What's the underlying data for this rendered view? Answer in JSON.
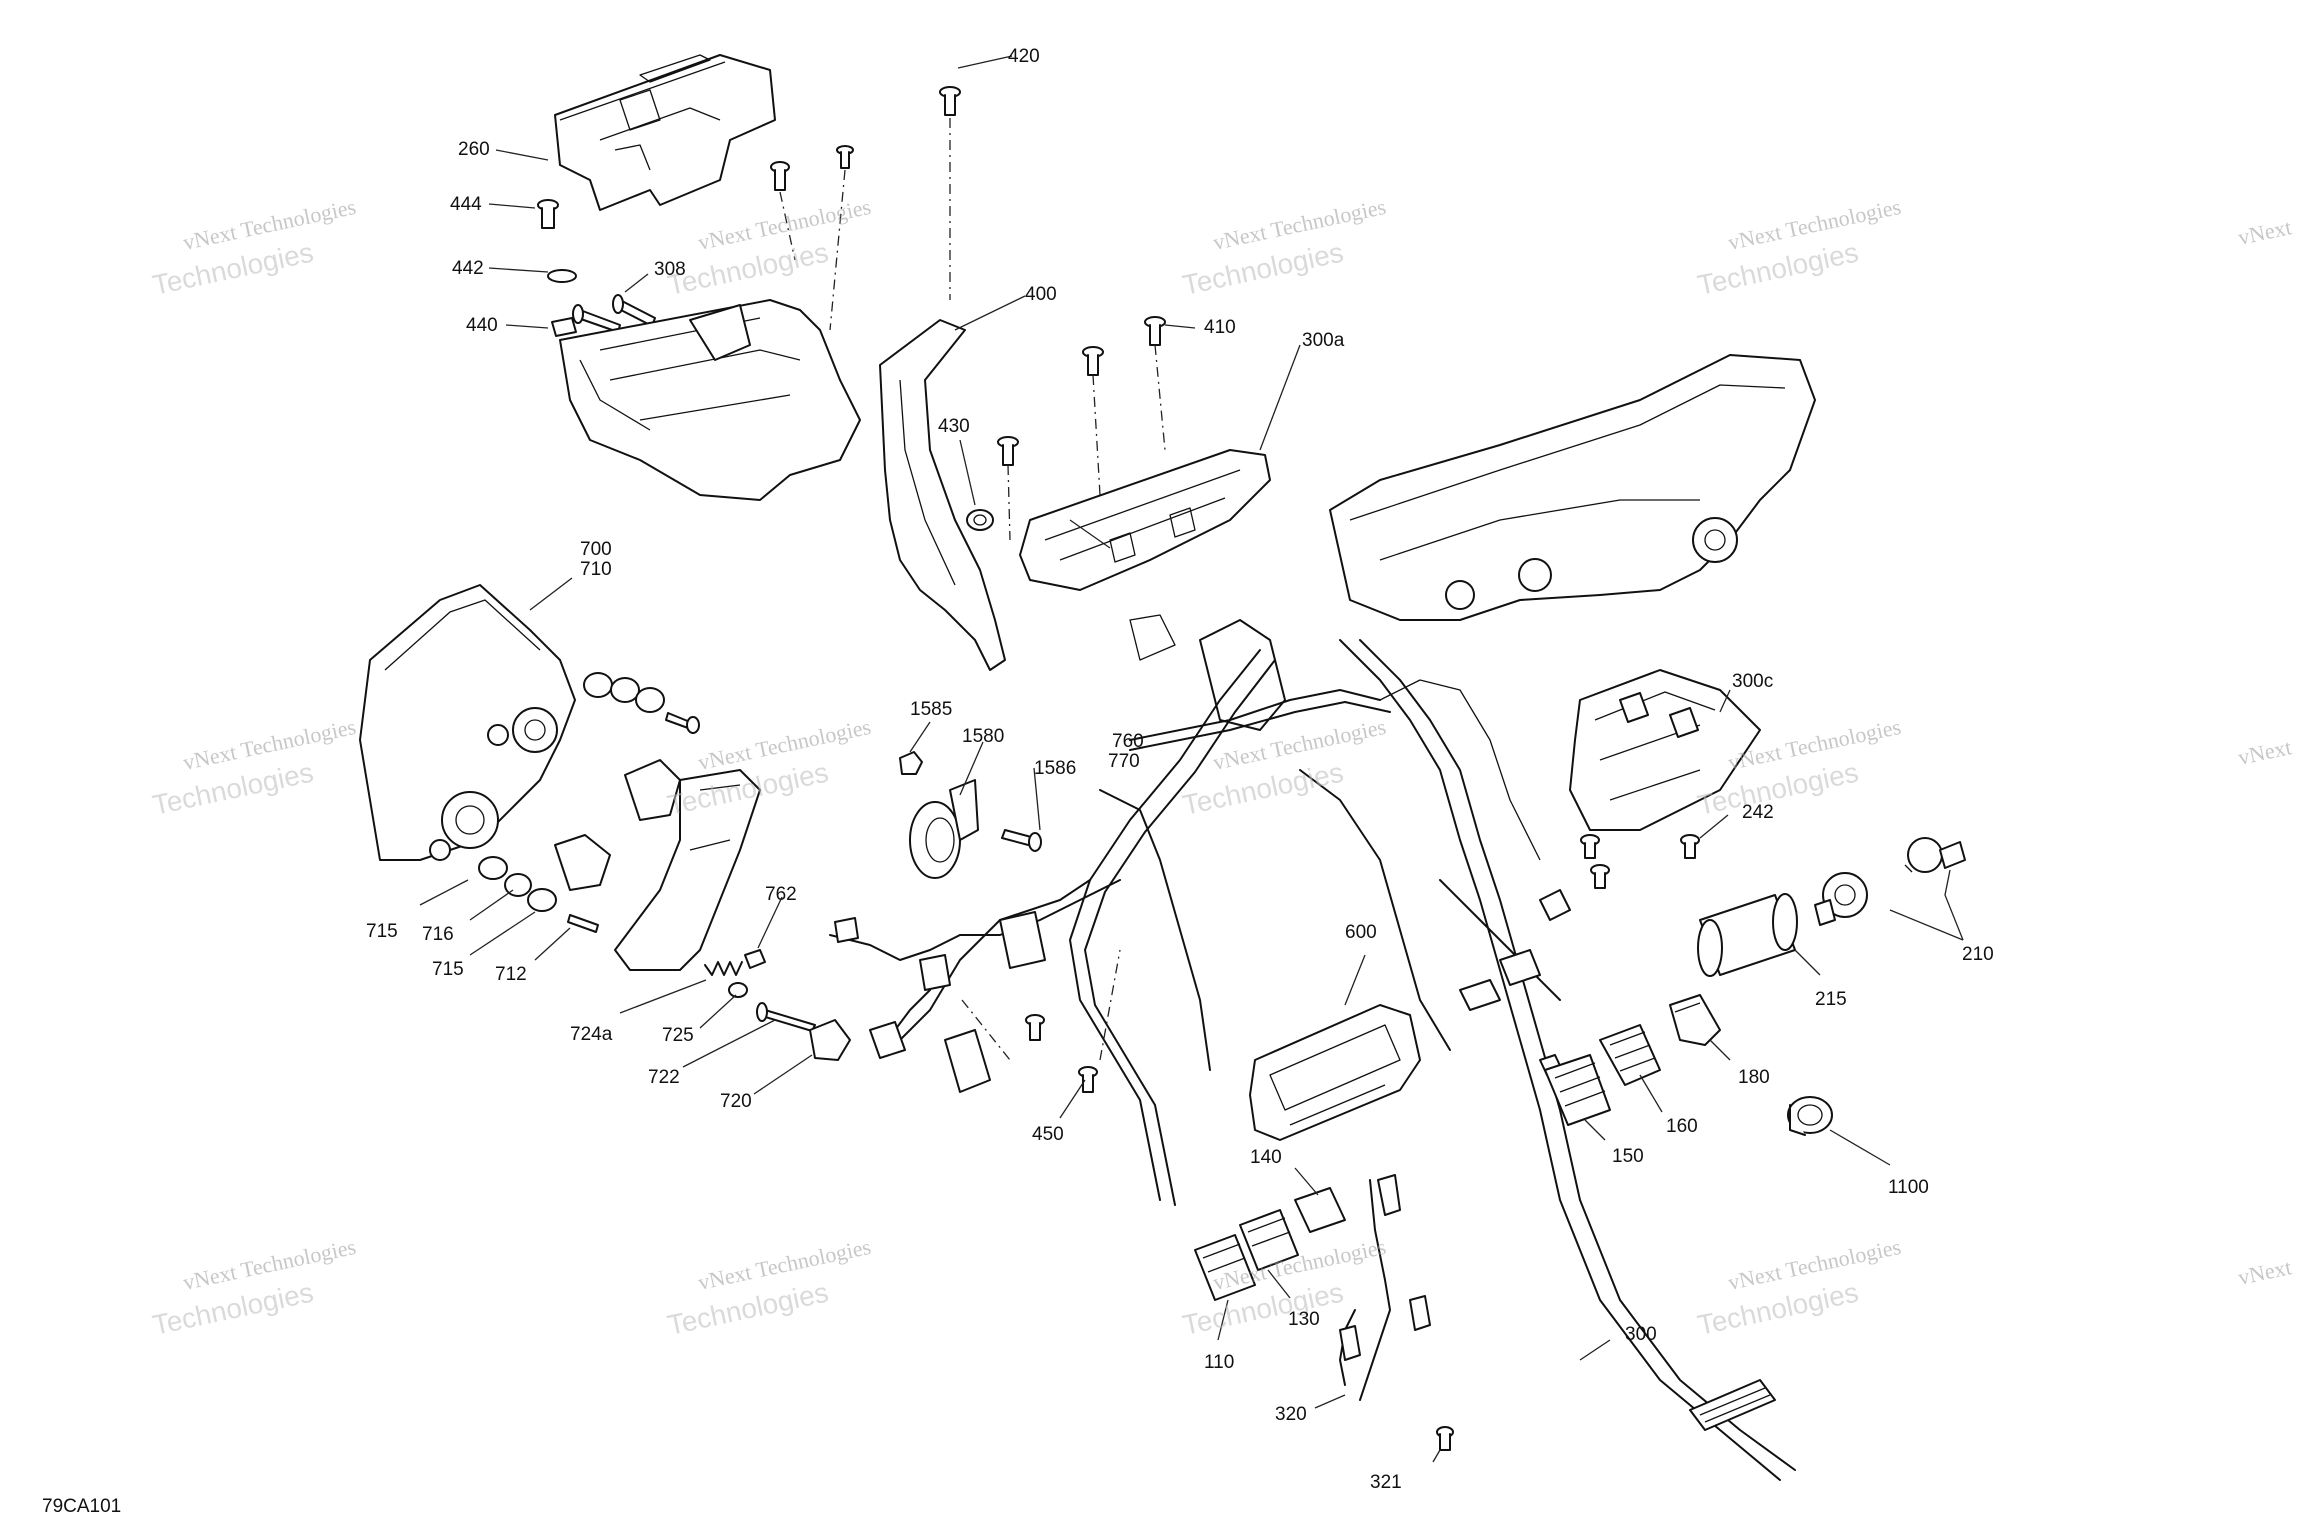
{
  "reference_code": "79CA101",
  "watermark": {
    "line1": "vNext Technologies",
    "line2": "Technologies",
    "corner": "vNext"
  },
  "labels": [
    {
      "id": "420",
      "text": "420"
    },
    {
      "id": "260",
      "text": "260"
    },
    {
      "id": "444",
      "text": "444"
    },
    {
      "id": "442",
      "text": "442"
    },
    {
      "id": "308",
      "text": "308"
    },
    {
      "id": "440",
      "text": "440"
    },
    {
      "id": "400",
      "text": "400"
    },
    {
      "id": "410",
      "text": "410"
    },
    {
      "id": "300a",
      "text": "300a"
    },
    {
      "id": "430",
      "text": "430"
    },
    {
      "id": "700",
      "text": "700"
    },
    {
      "id": "710",
      "text": "710"
    },
    {
      "id": "760",
      "text": "760"
    },
    {
      "id": "770",
      "text": "770"
    },
    {
      "id": "1585",
      "text": "1585"
    },
    {
      "id": "1580",
      "text": "1580"
    },
    {
      "id": "1586",
      "text": "1586"
    },
    {
      "id": "300c",
      "text": "300c"
    },
    {
      "id": "242",
      "text": "242"
    },
    {
      "id": "210",
      "text": "210"
    },
    {
      "id": "215",
      "text": "215"
    },
    {
      "id": "715a",
      "text": "715"
    },
    {
      "id": "716",
      "text": "716"
    },
    {
      "id": "715b",
      "text": "715"
    },
    {
      "id": "712",
      "text": "712"
    },
    {
      "id": "762",
      "text": "762"
    },
    {
      "id": "724a",
      "text": "724a"
    },
    {
      "id": "725",
      "text": "725"
    },
    {
      "id": "722",
      "text": "722"
    },
    {
      "id": "720",
      "text": "720"
    },
    {
      "id": "600",
      "text": "600"
    },
    {
      "id": "180",
      "text": "180"
    },
    {
      "id": "160",
      "text": "160"
    },
    {
      "id": "150",
      "text": "150"
    },
    {
      "id": "1100",
      "text": "1100"
    },
    {
      "id": "450",
      "text": "450"
    },
    {
      "id": "140",
      "text": "140"
    },
    {
      "id": "130",
      "text": "130"
    },
    {
      "id": "110",
      "text": "110"
    },
    {
      "id": "300",
      "text": "300"
    },
    {
      "id": "320",
      "text": "320"
    },
    {
      "id": "321",
      "text": "321"
    }
  ]
}
